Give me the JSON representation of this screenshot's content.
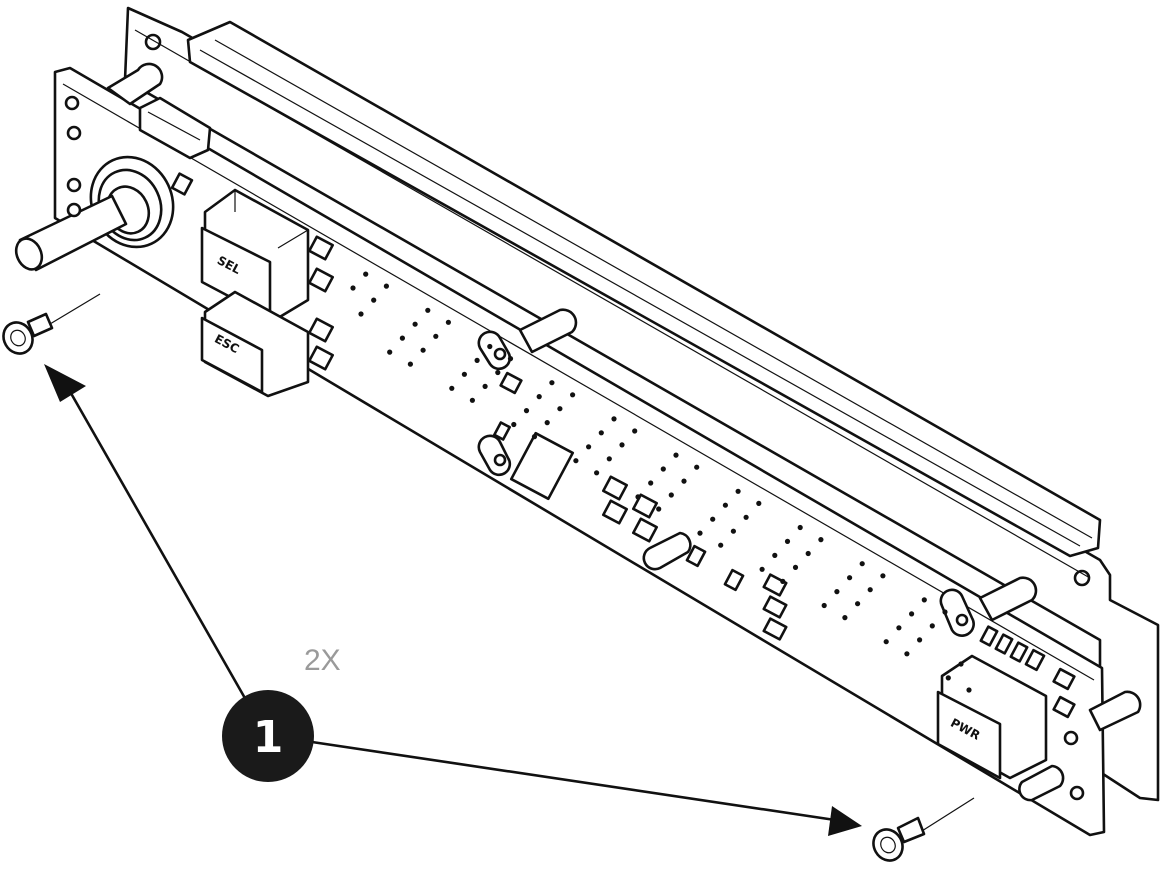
{
  "callout": {
    "number": "1",
    "quantity": "2X"
  },
  "buttons": {
    "sel": "SEL",
    "esc": "ESC",
    "pwr": "PWR"
  },
  "colors": {
    "ink": "#111111",
    "paper": "#ffffff",
    "qty_text": "#9a9a9a",
    "callout_fill": "#1a1a1a"
  }
}
